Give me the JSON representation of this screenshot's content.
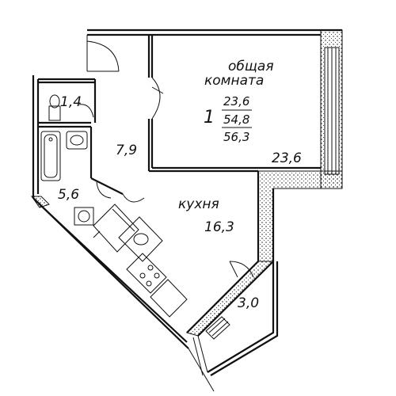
{
  "rooms": {
    "living_room": {
      "name_line1": "общая",
      "name_line2": "комната",
      "area": "23,6"
    },
    "apartment": {
      "number": "1",
      "living_area": "23,6",
      "total_area": "54,8",
      "area_with_balcony": "56,3"
    },
    "hall": {
      "area": "7,9"
    },
    "wc": {
      "area": "1,4"
    },
    "bathroom": {
      "area": "5,6"
    },
    "kitchen": {
      "name": "кухня",
      "area": "16,3"
    },
    "balcony": {
      "area": "3,0"
    }
  }
}
